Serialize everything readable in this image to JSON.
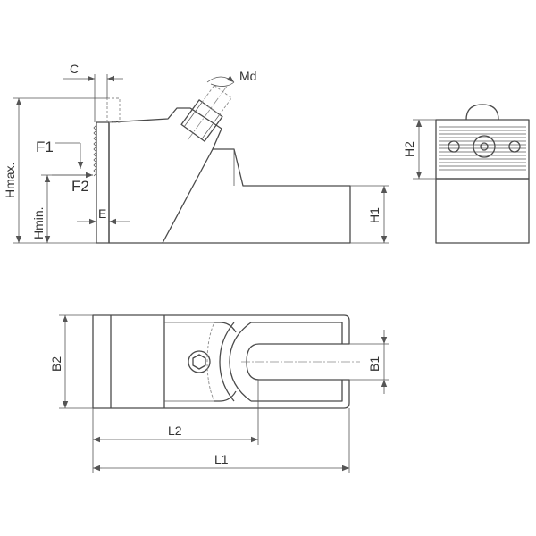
{
  "side_view": {
    "labels": {
      "c": "C",
      "md": "Md",
      "f1": "F1",
      "f2": "F2",
      "e": "E",
      "hmax": "Hmax.",
      "hmin": "Hmin.",
      "h1": "H1"
    }
  },
  "end_view": {
    "labels": {
      "h2": "H2"
    }
  },
  "top_view": {
    "labels": {
      "b2": "B2",
      "b1": "B1",
      "l2": "L2",
      "l1": "L1"
    }
  },
  "colors": {
    "line": "#4a4a4a",
    "hidden": "#8a8a8a",
    "text": "#333333"
  }
}
